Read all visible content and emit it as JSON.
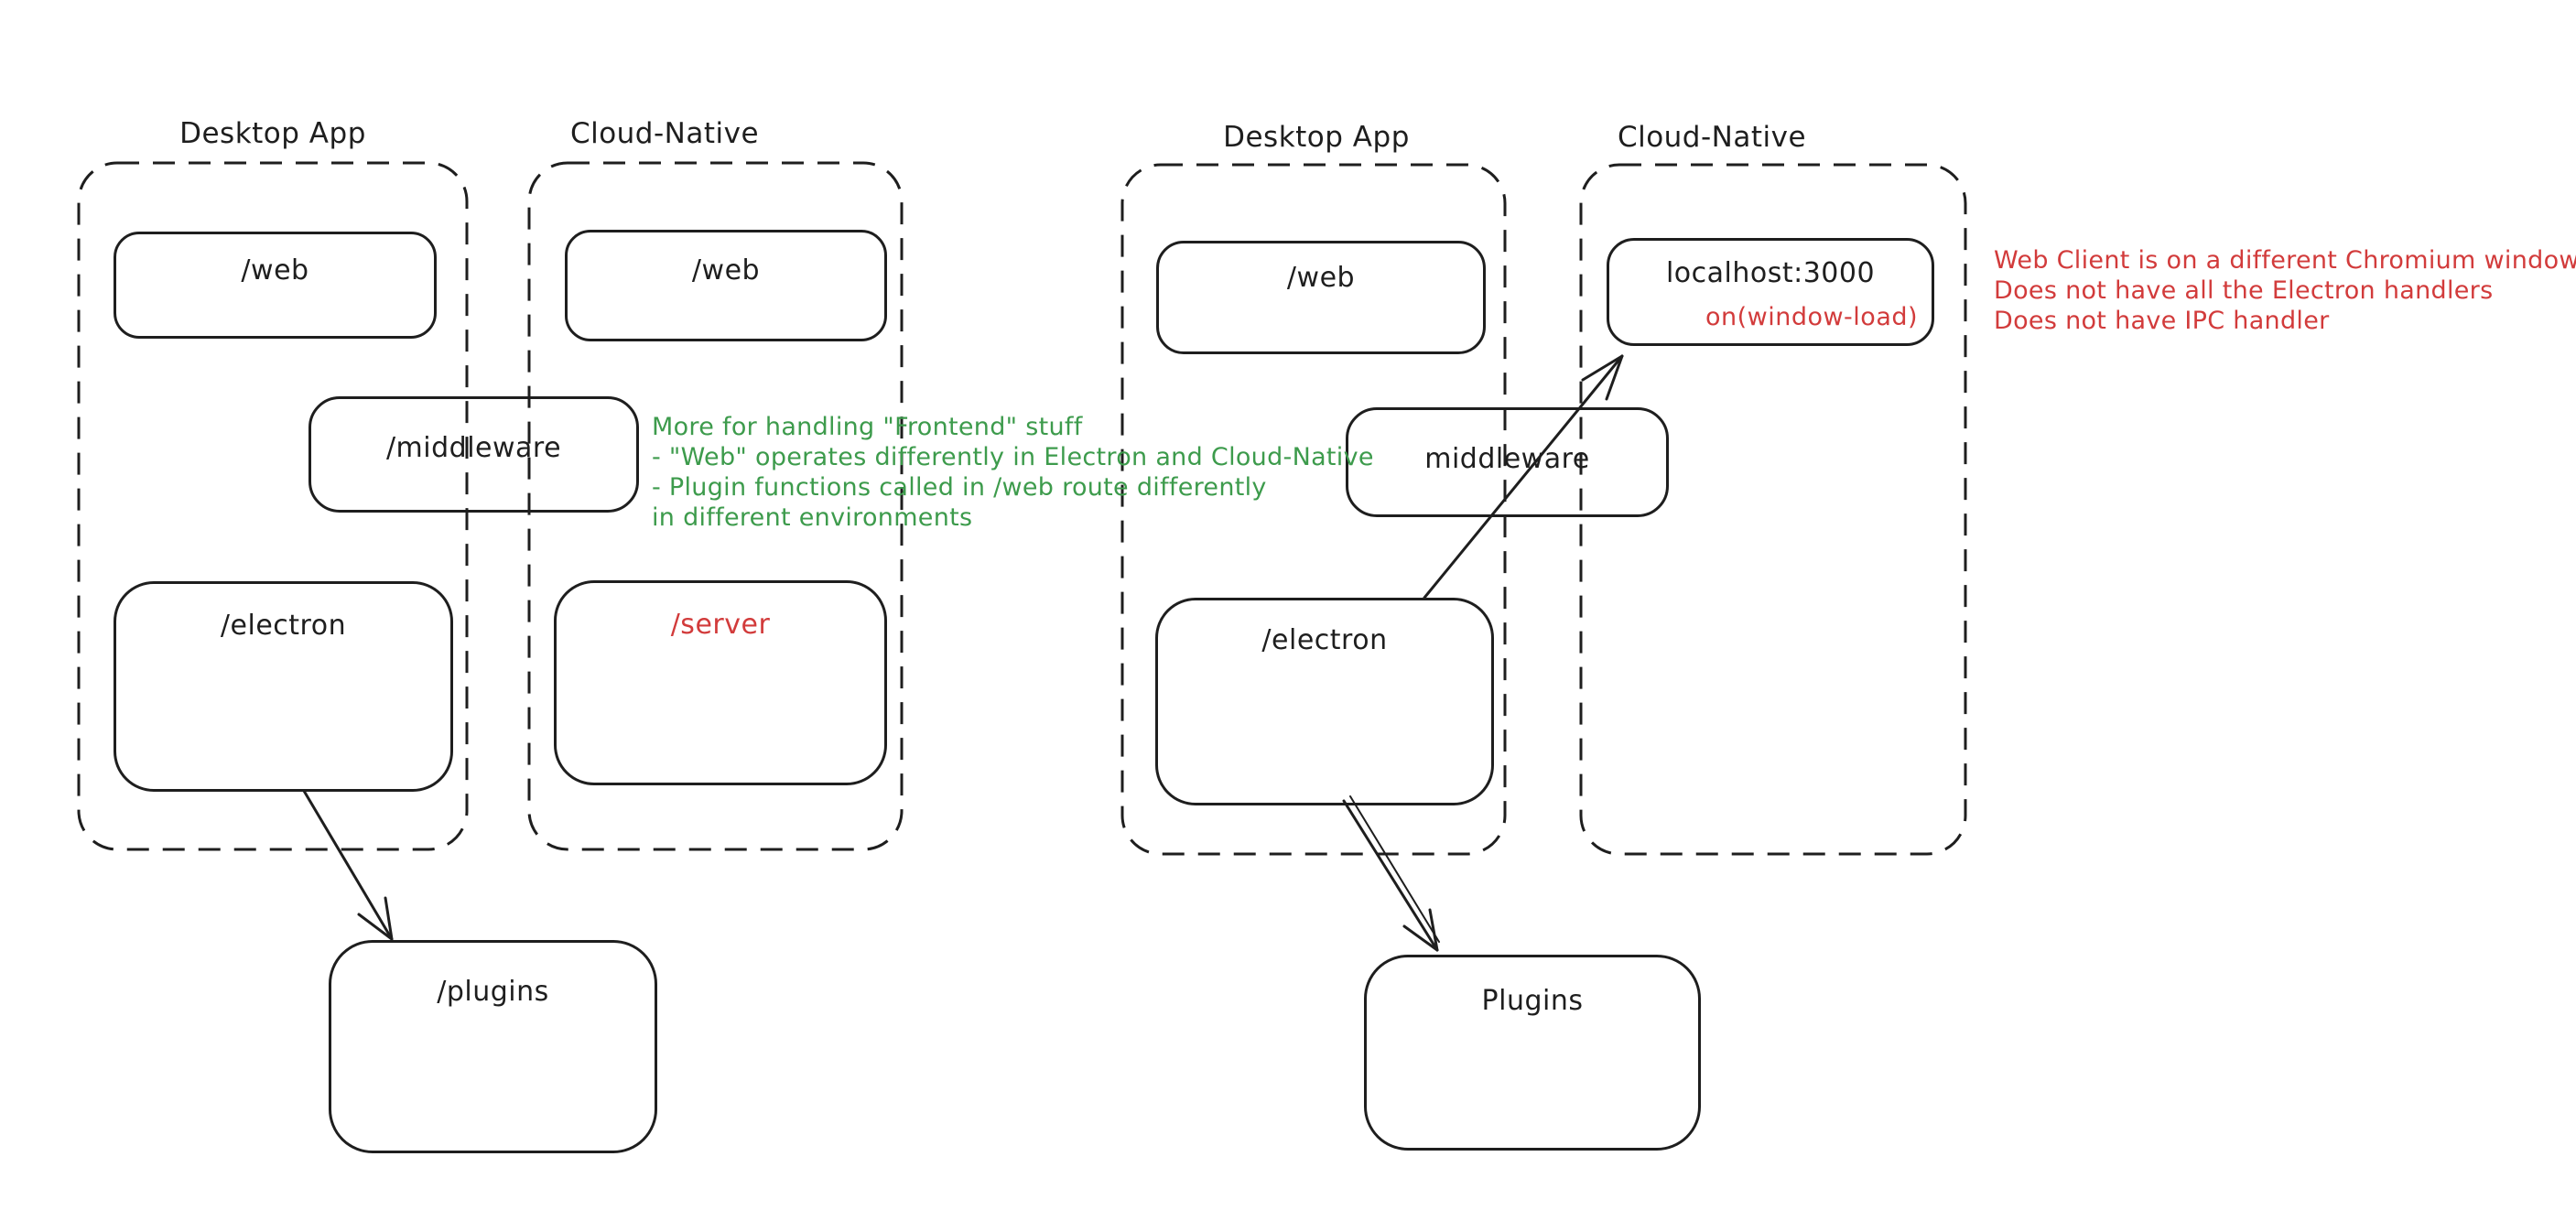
{
  "colors": {
    "ink": "#1e1e1e",
    "green_annotation": "#3d9b4c",
    "red_annotation": "#d23b3b",
    "background": "#ffffff"
  },
  "left_diagram": {
    "desktop_container_label": "Desktop App",
    "cloud_container_label": "Cloud-Native",
    "boxes": {
      "web_desktop": "/web",
      "web_cloud": "/web",
      "middleware": "/middleware",
      "electron": "/electron",
      "server": "/server",
      "plugins": "/plugins"
    },
    "green_note_lines": [
      "More for handling \"Frontend\" stuff",
      "- \"Web\" operates differently in Electron and Cloud-Native",
      "- Plugin functions called in /web route differently",
      "in different environments"
    ]
  },
  "right_diagram": {
    "desktop_container_label": "Desktop App",
    "cloud_container_label": "Cloud-Native",
    "boxes": {
      "web": "/web",
      "localhost": "localhost:3000",
      "window_load": "on(window-load)",
      "middleware": "middleware",
      "electron": "/electron",
      "plugins": "Plugins"
    },
    "red_note_lines": [
      "Web Client is on a different Chromium window",
      "Does not have all the Electron handlers",
      "Does not have IPC handler"
    ]
  }
}
